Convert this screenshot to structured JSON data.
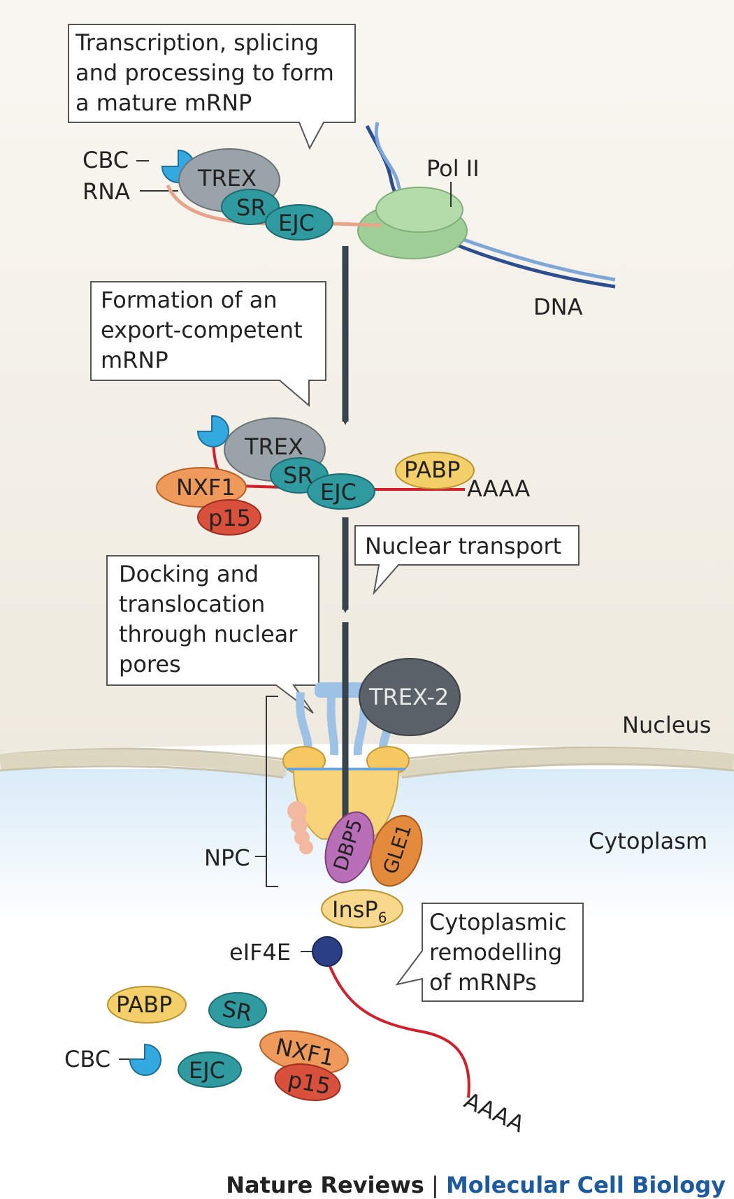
{
  "callouts": {
    "transcription": "Transcription, splicing\nand processing to form\na mature mRNP",
    "export_competent": "Formation of an\nexport-competent\nmRNP",
    "nuclear_transport": "Nuclear transport",
    "docking": "Docking and\ntranslocation\nthrough nuclear\npores",
    "cytoplasmic": "Cytoplasmic\nremodelling\nof mRNPs"
  },
  "labels": {
    "cbc": "CBC",
    "rna": "RNA",
    "trex": "TREX",
    "sr": "SR",
    "ejc": "EJC",
    "pol2": "Pol II",
    "dna": "DNA",
    "nxf1": "NXF1",
    "p15": "p15",
    "pabp": "PABP",
    "polya": "AAAA",
    "trex2": "TREX-2",
    "nucleus": "Nucleus",
    "cytoplasm": "Cytoplasm",
    "npc": "NPC",
    "dbp5": "DBP5",
    "gle1": "GLE1",
    "insp6": "InsP",
    "insp6_sub": "6",
    "eif4e": "eIF4E"
  },
  "credit": {
    "publisher": "Nature Reviews",
    "separator": " | ",
    "journal": "Molecular Cell Biology"
  },
  "colors": {
    "nucleus_bg": "#f4f1ea",
    "cytoplasm_bg": "#e6f1f9",
    "trex": "#9aa3a9",
    "sr_ejc": "#2f9aa0",
    "pol2": "#a9d6a0",
    "nxf1": "#ef9a5a",
    "p15": "#d9503c",
    "pabp": "#f4cf6a",
    "trex2": "#5b6168",
    "dbp5": "#b86fb8",
    "gle1": "#e48a3c",
    "insp6": "#f7d88c",
    "cbc": "#33a9e0",
    "eif4e": "#2b3f86",
    "mrna": "#d1202c",
    "arrow": "#37434d"
  }
}
